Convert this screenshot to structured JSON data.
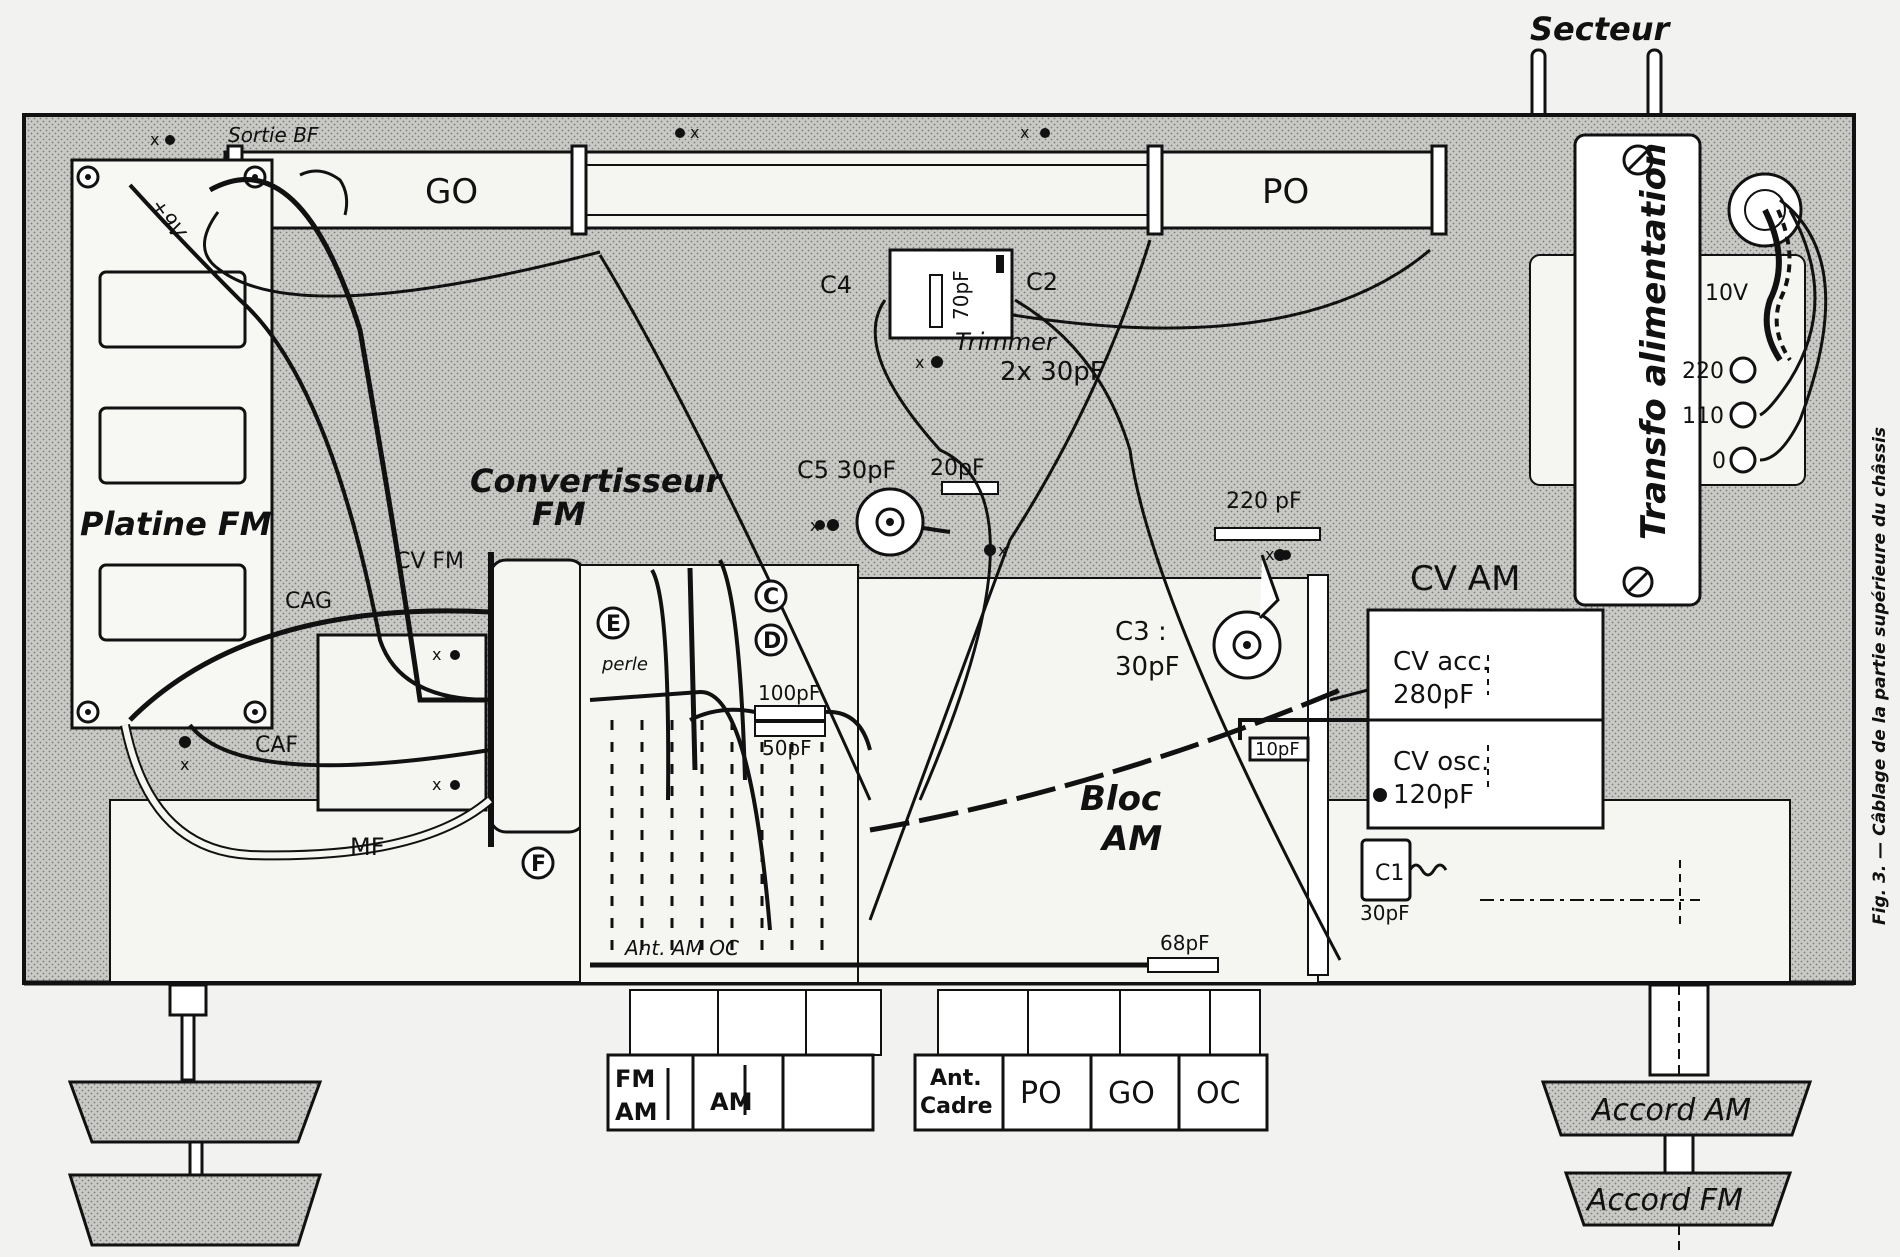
{
  "caption": "Fig. 3. — Câblage de la partie supérieure du châssis",
  "labels": {
    "secteur": "Secteur",
    "sortie_bf": "Sortie BF",
    "plus_9v": "+9V",
    "go": "GO",
    "po": "PO",
    "c4": "C4",
    "c2": "C2",
    "cap_70pf": "70pF",
    "trimmer": "Trimmer",
    "trimmer_value": "2x 30pF",
    "transfo": "Transfo alimentation",
    "v10": "10V",
    "v220": "220",
    "v110": "110",
    "v0": "0",
    "platine_fm": "Platine FM",
    "convertisseur_1": "Convertisseur",
    "convertisseur_2": "FM",
    "c5": "C5 30pF",
    "cap_20pf": "20pF",
    "cap_220pf": "220 pF",
    "cv_am": "CV AM",
    "c3_1": "C3 :",
    "c3_2": "30pF",
    "cv_acc_1": "CV acc.",
    "cv_acc_2": "280pF",
    "cv_osc_1": "CV osc.",
    "cv_osc_2": "120pF",
    "cag": "CAG",
    "cv_fm": "CV FM",
    "caf": "CAF",
    "mf": "MF",
    "perle": "perle",
    "cap_100pf": "100pF",
    "cap_50pf": "50pF",
    "cap_10pf": "10pF",
    "bloc_am_1": "Bloc",
    "bloc_am_2": "AM",
    "c1": "C1",
    "c1_value": "30pF",
    "cap_68pf": "68pF",
    "ant_am_oc": "Ant. AM OC",
    "marker_c": "C",
    "marker_d": "D",
    "marker_e": "E",
    "marker_f": "F",
    "x_mark": "x"
  },
  "buttons": {
    "fm_am": [
      "FM",
      "AM"
    ],
    "am": "AM",
    "ant_cadre_1": "Ant.",
    "ant_cadre_2": "Cadre",
    "po": "PO",
    "go": "GO",
    "oc": "OC"
  },
  "knobs": {
    "accord_am": "Accord AM",
    "accord_fm": "Accord FM"
  }
}
